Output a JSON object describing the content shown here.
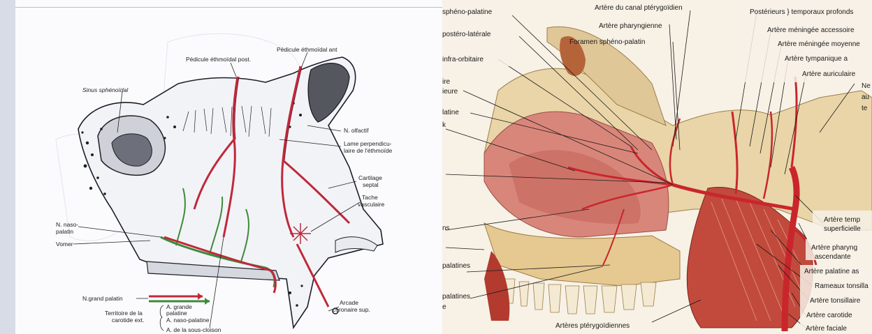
{
  "left": {
    "labels": {
      "ped_post": "Pédicule éthmoïdal post.",
      "ped_ant": "Pédicule éthmoïdal ant",
      "sinus": "Sinus sphénoïdal",
      "n_olfactif": "N. olfactif",
      "lame_1": "Lame perpendicu-",
      "lame_2": "laire de l'éthmoïde",
      "cart_1": "Cartilage",
      "cart_2": "septal",
      "tache_1": "Tache",
      "tache_2": "vasculaire",
      "naso_1": "N. naso-",
      "naso_2": "palatin",
      "vomer": "Vomer",
      "grand_pal": "N.grand palatin",
      "arcade_1": "Arcade",
      "arcade_2": "coronaire sup.",
      "terr_1": "Territoire de la",
      "terr_2": "carotide ext.",
      "a_grande_1": "A. grande",
      "a_grande_2": "palatine",
      "a_naso": "A. naso-palatine",
      "a_sous": "A. de la sous-cloison"
    }
  },
  "right": {
    "labels": {
      "spheno_pal": "sphéno-palatine",
      "post_lat": "postéro-latérale",
      "infra_orb": "infra-orbitaire",
      "ire": "ire",
      "ieure": "ieure",
      "latine": "latine",
      "k": "k",
      "ns": "ns",
      "palatines_1": "palatines",
      "palatines_2": "palatines",
      "e": "e",
      "canal": "Artère du canal ptérygoïdien",
      "pharyngienne": "Artère pharyngienne",
      "foramen": "Foramen sphéno-palatin",
      "posterieurs": "Postérieurs } temporaux profonds",
      "men_acc": "Artère méningée accessoire",
      "men_moy": "Artère méningée moyenne",
      "tympanique": "Artère tympanique a",
      "auriculaire": "Artère auriculaire",
      "ne": "Ne",
      "au": "au",
      "te": "te",
      "temp_1": "Artère temp",
      "temp_2": "superficielle",
      "pharyng_1": "Artère pharyng",
      "pharyng_2": "ascendante",
      "pal_asc": "Artère palatine as",
      "ram_tons": "Rameaux tonsilla",
      "tonsillaire": "Artère tonsillaire",
      "carotide": "Artère carotide",
      "faciale": "Artère faciale",
      "pterygo": "Artères ptérygoïdiennes"
    }
  }
}
